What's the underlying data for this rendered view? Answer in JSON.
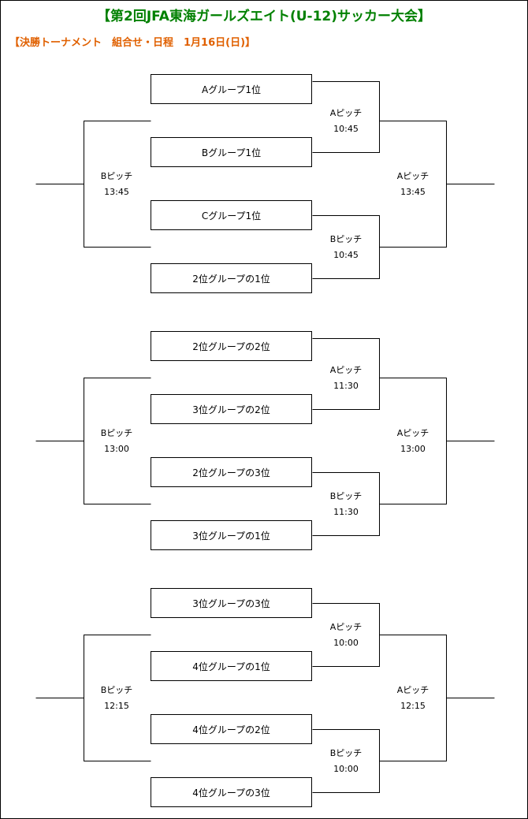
{
  "title": "【第2回JFA東海ガールズエイト(U-12)サッカー大会】",
  "subtitle": "【決勝トーナメント　組合せ・日程　1月16日(日)】",
  "blocks": [
    {
      "teams": [
        "Aグループ1位",
        "Bグループ1位",
        "Cグループ1位",
        "2位グループの1位"
      ],
      "match_top": {
        "pitch": "Aピッチ",
        "time": "10:45"
      },
      "match_bottom": {
        "pitch": "Bピッチ",
        "time": "10:45"
      },
      "match_left": {
        "pitch": "Bピッチ",
        "time": "13:45"
      },
      "match_right": {
        "pitch": "Aピッチ",
        "time": "13:45"
      }
    },
    {
      "teams": [
        "2位グループの2位",
        "3位グループの2位",
        "2位グループの3位",
        "3位グループの1位"
      ],
      "match_top": {
        "pitch": "Aピッチ",
        "time": "11:30"
      },
      "match_bottom": {
        "pitch": "Bピッチ",
        "time": "11:30"
      },
      "match_left": {
        "pitch": "Bピッチ",
        "time": "13:00"
      },
      "match_right": {
        "pitch": "Aピッチ",
        "time": "13:00"
      }
    },
    {
      "teams": [
        "3位グループの3位",
        "4位グループの1位",
        "4位グループの2位",
        "4位グループの3位"
      ],
      "match_top": {
        "pitch": "Aピッチ",
        "time": "10:00"
      },
      "match_bottom": {
        "pitch": "Bピッチ",
        "time": "10:00"
      },
      "match_left": {
        "pitch": "Bピッチ",
        "time": "12:15"
      },
      "match_right": {
        "pitch": "Aピッチ",
        "time": "12:15"
      }
    }
  ]
}
